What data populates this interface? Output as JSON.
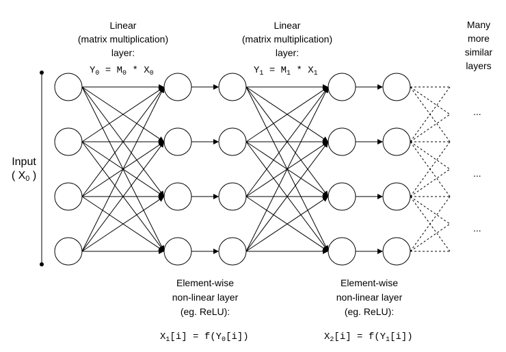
{
  "input_label": {
    "line1": "Input",
    "open": "( X",
    "sub": "0",
    "close": " )"
  },
  "linear_layers": [
    {
      "lines": [
        "Linear",
        "(matrix multiplication)",
        "layer:"
      ],
      "equation": {
        "lhs": "Y",
        "lhs_sub": "0",
        "mid": " = M",
        "mid_sub": "0",
        "star": " * X",
        "rhs_sub": "0"
      }
    },
    {
      "lines": [
        "Linear",
        "(matrix multiplication)",
        "layer:"
      ],
      "equation": {
        "lhs": "Y",
        "lhs_sub": "1",
        "mid": " = M",
        "mid_sub": "1",
        "star": " * X",
        "rhs_sub": "1"
      }
    }
  ],
  "nonlinear_layers": [
    {
      "lines": [
        "Element-wise",
        "non-linear layer",
        "(eg. ReLU):"
      ],
      "equation": {
        "lhs": "X",
        "lhs_sub": "1",
        "mid": "[i] = f(Y",
        "mid_sub": "0",
        "end": "[i])"
      }
    },
    {
      "lines": [
        "Element-wise",
        "non-linear layer",
        "(eg. ReLU):"
      ],
      "equation": {
        "lhs": "X",
        "lhs_sub": "2",
        "mid": "[i] = f(Y",
        "mid_sub": "1",
        "end": "[i])"
      }
    }
  ],
  "more_layers": [
    "Many",
    "more",
    "similar",
    "layers"
  ],
  "ellipsis": "...",
  "colors": {
    "stroke": "#000000",
    "background": "#ffffff"
  }
}
